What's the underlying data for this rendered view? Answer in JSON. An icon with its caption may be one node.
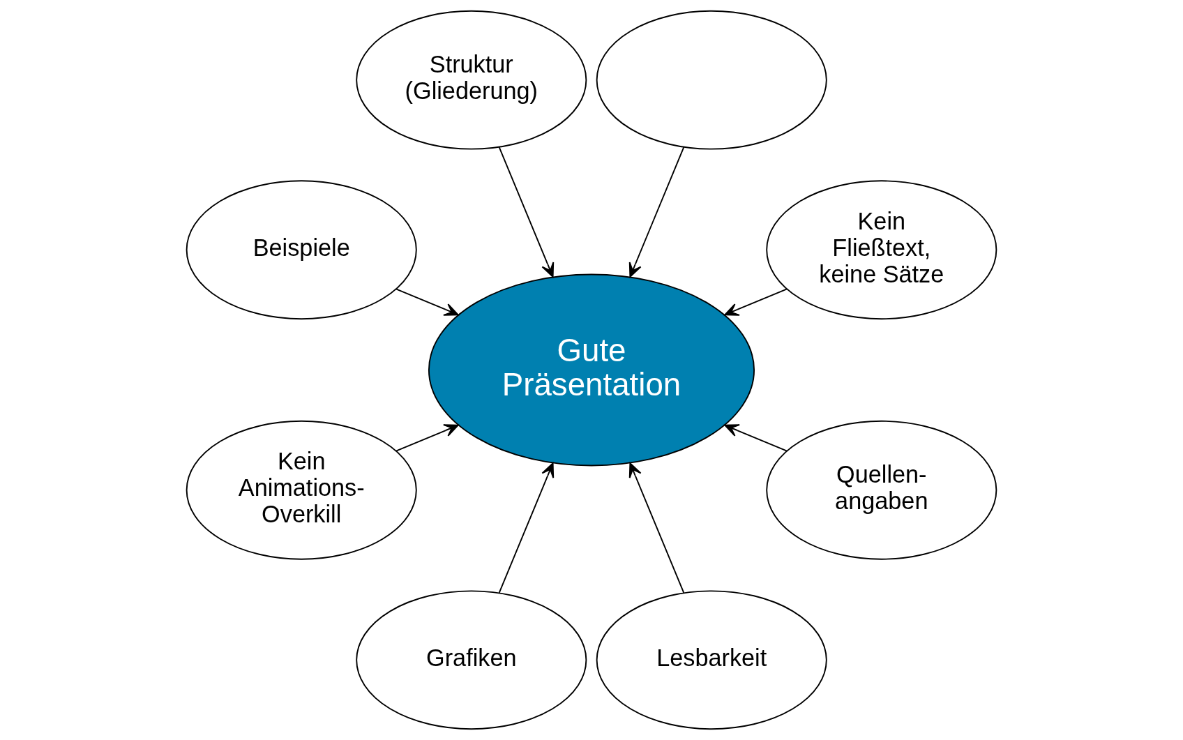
{
  "diagram": {
    "nodes": [
      {
        "text": [
          "Kein Fließtext, keine Sätze"
        ]
      },
      {
        "text": [],
        "shape": "ellipse"
      },
      {
        "text": [
          "Struktur (Gliederung)"
        ]
      },
      {
        "text": [
          "Gute Präsentation"
        ]
      },
      {
        "text": [
          "Beispiele"
        ]
      },
      {
        "text": [
          "Kein Animations- Overkill"
        ]
      },
      {
        "text": [
          "Grafiken"
        ]
      },
      {
        "text": [
          "Lesbarkeit"
        ]
      },
      {
        "text": [
          "Quellen- angaben"
        ]
      }
    ],
    "edges": [
      {
        "from": 0,
        "to": 3,
        "arrow": "to"
      },
      {
        "from": 2,
        "to": 3,
        "arrow": "to"
      },
      {
        "from": 5,
        "to": 3,
        "arrow": "to"
      },
      {
        "from": 8,
        "to": 3,
        "arrow": "to"
      },
      {
        "from": 7,
        "to": 3,
        "arrow": "to"
      },
      {
        "from": 6,
        "to": 3,
        "arrow": "to"
      },
      {
        "from": 4,
        "to": 3,
        "arrow": "to"
      },
      {
        "from": 1,
        "to": 3,
        "arrow": "to"
      }
    ]
  }
}
